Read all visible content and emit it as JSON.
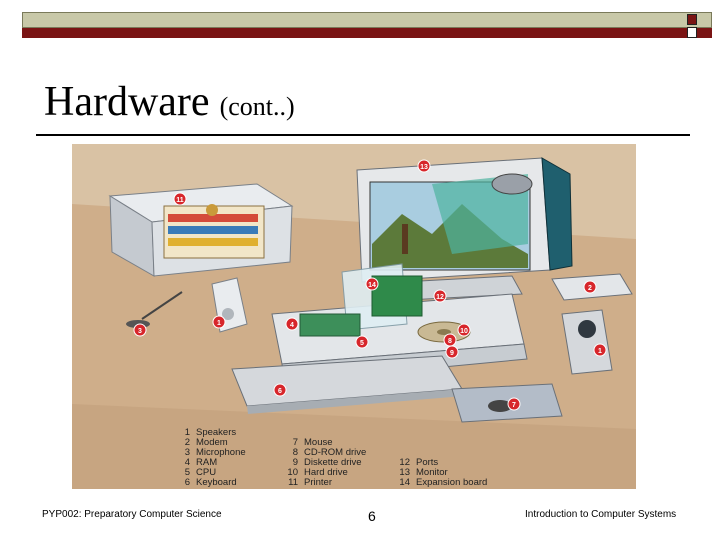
{
  "slide": {
    "title": "Hardware",
    "title_suffix": "(cont..)",
    "accent_color": "#7a1414",
    "band_color": "#c8c8a8"
  },
  "figure": {
    "legend_left": [
      {
        "num": "1",
        "label": "Speakers"
      },
      {
        "num": "2",
        "label": "Modem"
      },
      {
        "num": "3",
        "label": "Microphone"
      },
      {
        "num": "4",
        "label": "RAM"
      },
      {
        "num": "5",
        "label": "CPU"
      },
      {
        "num": "6",
        "label": "Keyboard"
      }
    ],
    "legend_mid": [
      {
        "num": "7",
        "label": "Mouse"
      },
      {
        "num": "8",
        "label": "CD-ROM drive"
      },
      {
        "num": "9",
        "label": "Diskette drive"
      },
      {
        "num": "10",
        "label": "Hard drive"
      },
      {
        "num": "11",
        "label": "Printer"
      }
    ],
    "legend_right": [
      {
        "num": "12",
        "label": "Ports"
      },
      {
        "num": "13",
        "label": "Monitor"
      },
      {
        "num": "14",
        "label": "Expansion board"
      }
    ]
  },
  "footer": {
    "left": "PYP002: Preparatory Computer Science",
    "page": "6",
    "right": "Introduction to Computer Systems"
  }
}
